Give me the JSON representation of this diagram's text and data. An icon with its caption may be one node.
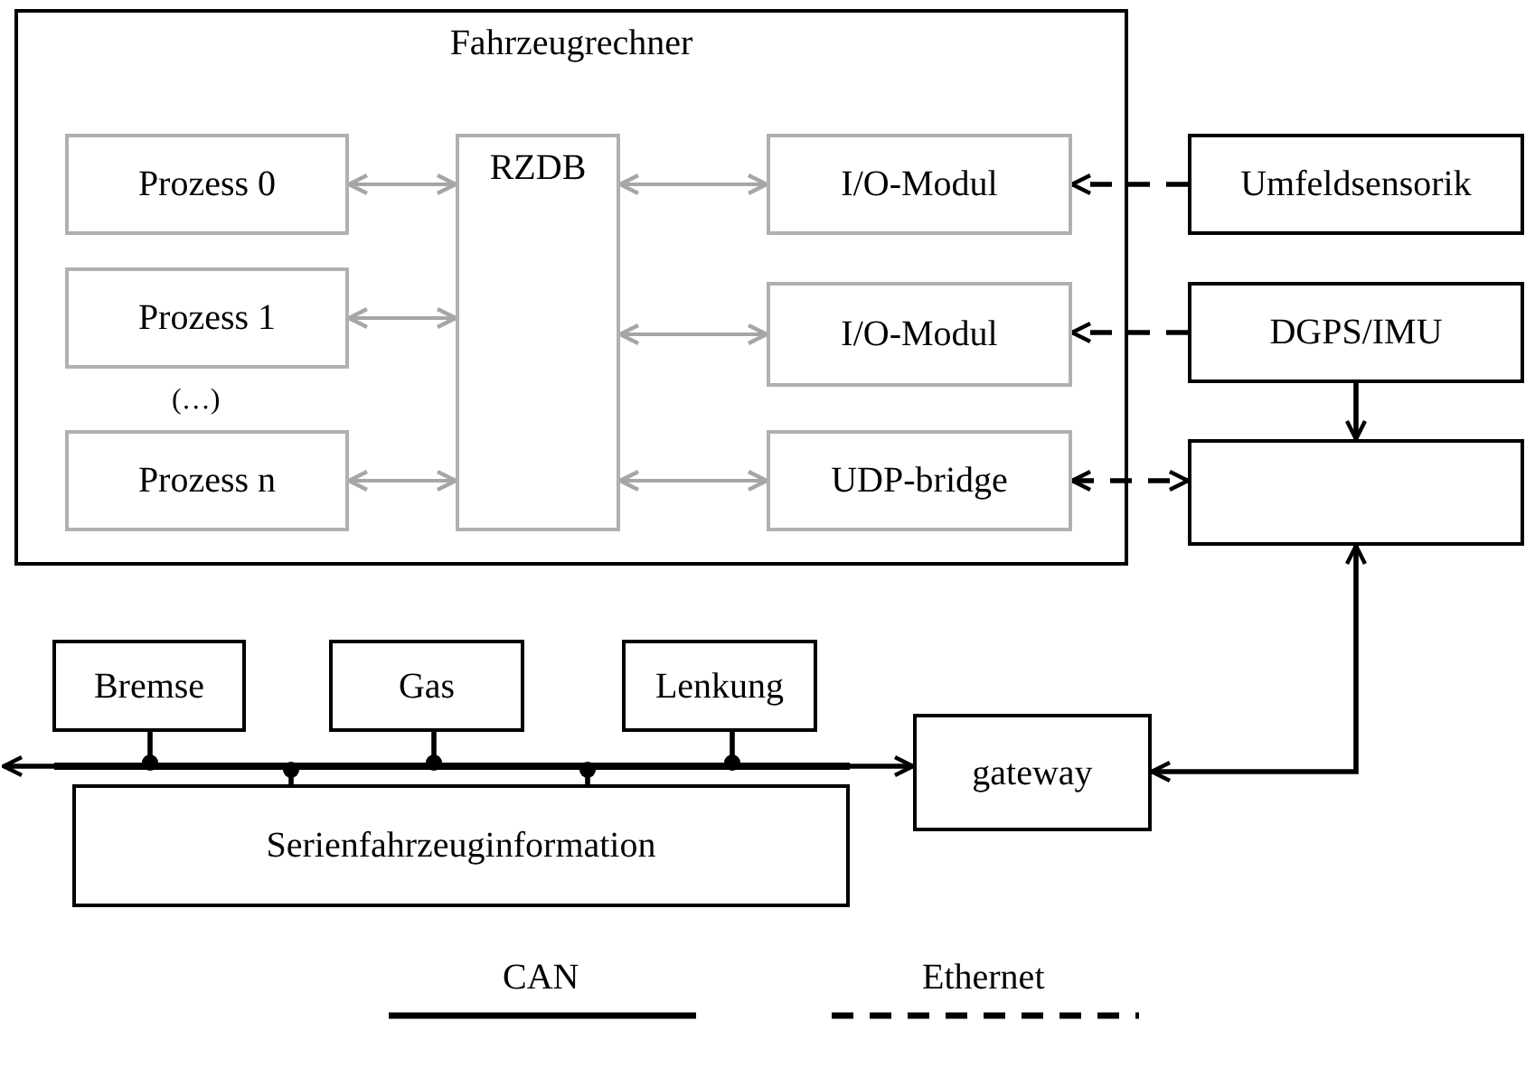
{
  "diagram": {
    "nodes": [
      {
        "text": [
          "Fahrzeugrechner"
        ]
      },
      {
        "text": [
          "Prozess 0"
        ],
        "in": 0
      },
      {
        "text": [
          "Prozess 1"
        ],
        "in": 0
      },
      {
        "text": [
          "Prozess n"
        ],
        "in": 0
      },
      {
        "text": [
          "RZDB"
        ],
        "in": 0
      },
      {
        "text": [
          "I/O-Modul"
        ],
        "in": 0
      },
      {
        "text": [
          "I/O-Modul"
        ],
        "in": 0
      },
      {
        "text": [
          "UDP-bridge"
        ],
        "in": 0
      },
      {
        "text": [
          "Umfeldsensorik"
        ]
      },
      {
        "text": [
          "DGPS/IMU"
        ]
      },
      {
        "text": [],
        "shape": "box"
      },
      {
        "text": [
          "Bremse"
        ]
      },
      {
        "text": [
          "Gas"
        ]
      },
      {
        "text": [
          "Lenkung"
        ]
      },
      {
        "text": [
          "gateway"
        ]
      },
      {
        "text": [
          "Serienfahrzeuginformation"
        ]
      },
      {
        "text": [],
        "shape": "bar"
      }
    ],
    "edges": [
      {
        "from": 1,
        "to": 4,
        "arrow": "both",
        "color": "#a6a6a6"
      },
      {
        "from": 2,
        "to": 4,
        "arrow": "both",
        "color": "#a6a6a6"
      },
      {
        "from": 3,
        "to": 4,
        "arrow": "both",
        "color": "#a6a6a6"
      },
      {
        "from": 4,
        "to": 5,
        "arrow": "both",
        "color": "#a6a6a6"
      },
      {
        "from": 4,
        "to": 6,
        "arrow": "both",
        "color": "#a6a6a6"
      },
      {
        "from": 4,
        "to": 7,
        "arrow": "both",
        "color": "#a6a6a6"
      },
      {
        "from": 8,
        "to": 5,
        "arrow": "to",
        "style": "dashed"
      },
      {
        "from": 9,
        "to": 6,
        "arrow": "to",
        "style": "dashed"
      },
      {
        "from": 7,
        "to": 10,
        "arrow": "both",
        "style": "dashed"
      },
      {
        "from": 9,
        "to": 10,
        "arrow": "to"
      },
      {
        "from": 14,
        "to": 10,
        "arrow": "both"
      },
      {
        "from": 16,
        "to": 14,
        "arrow": "to"
      },
      {
        "from": 16,
        "to": null,
        "arrow": "to"
      },
      {
        "from": 11,
        "to": 16,
        "arrow": "other"
      },
      {
        "from": 12,
        "to": 16,
        "arrow": "other"
      },
      {
        "from": 13,
        "to": 16,
        "arrow": "other"
      },
      {
        "from": 15,
        "to": 16,
        "arrow": "other"
      },
      {
        "from": 15,
        "to": 16,
        "arrow": "other"
      }
    ],
    "labels": [
      "(…)"
    ],
    "legend": [
      {
        "text": "CAN"
      },
      {
        "text": "Ethernet"
      }
    ]
  }
}
